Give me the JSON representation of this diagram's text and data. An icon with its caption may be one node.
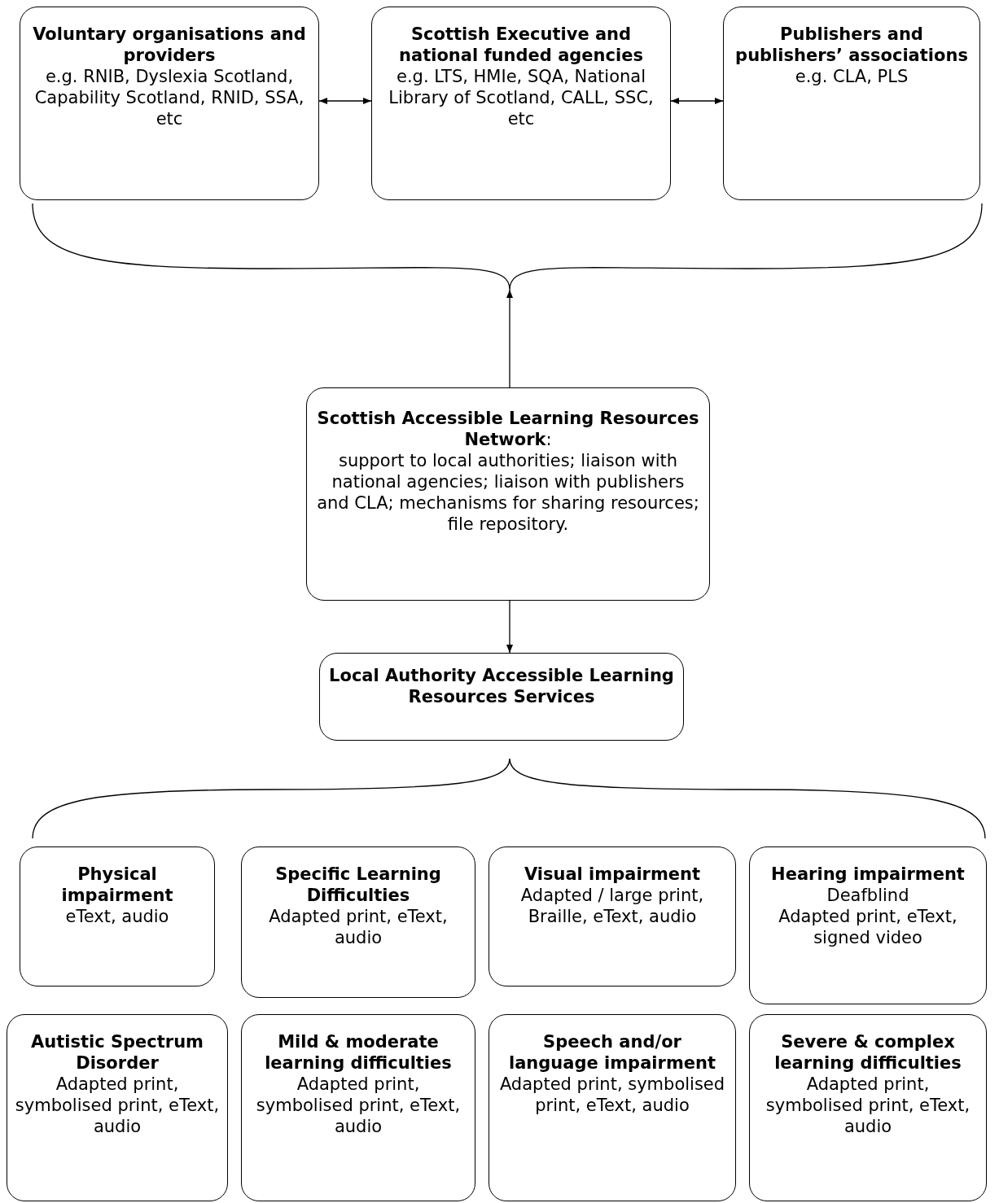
{
  "diagram": {
    "nodes": [
      {
        "text": [
          "Voluntary organisations and providers",
          "e.g. RNIB, Dyslexia Scotland, Capability Scotland, RNID, SSA, etc"
        ]
      },
      {
        "text": [
          "Scottish Executive and national funded agencies",
          "e.g. LTS, HMIe, SQA, National Library of Scotland, CALL, SSC, etc"
        ]
      },
      {
        "text": [
          "Publishers and publishers’ associations",
          "e.g. CLA, PLS"
        ]
      },
      {
        "text": [
          "**Scottish Accessible Learning Resources Network**:",
          "support to local authorities; liaison with national agencies; liaison with publishers and CLA; mechanisms for sharing resources; file repository."
        ]
      },
      {
        "text": [
          "Local Authority Accessible Learning Resources Services"
        ]
      },
      {
        "text": [
          "Physical impairment",
          "eText, audio"
        ]
      },
      {
        "text": [
          "Specific Learning Difficulties",
          "Adapted print, eText, audio"
        ]
      },
      {
        "text": [
          "Visual impairment",
          "Adapted / large print, Braille, eText, audio"
        ]
      },
      {
        "text": [
          "Hearing impairment",
          "Deafblind",
          "Adapted print, eText, signed video"
        ]
      },
      {
        "text": [
          "Autistic Spectrum Disorder",
          "Adapted print, symbolised print, eText, audio"
        ]
      },
      {
        "text": [
          "Mild & moderate learning difficulties",
          "Adapted print, symbolised print, eText, audio"
        ]
      },
      {
        "text": [
          "Speech and/or language impairment",
          "Adapted print, symbolised print, eText, audio"
        ]
      },
      {
        "text": [
          "Severe & complex learning difficulties",
          "Adapted print, symbolised print, eText, audio"
        ]
      },
      {
        "text": [],
        "shape": "brace"
      },
      {
        "text": [],
        "shape": "brace"
      }
    ],
    "edges": [
      {
        "from": 0,
        "to": 1,
        "arrow": "both"
      },
      {
        "from": 1,
        "to": 2,
        "arrow": "both"
      },
      {
        "from": 3,
        "to": 13,
        "arrow": "to"
      },
      {
        "from": 3,
        "to": 4,
        "arrow": "to"
      }
    ]
  }
}
